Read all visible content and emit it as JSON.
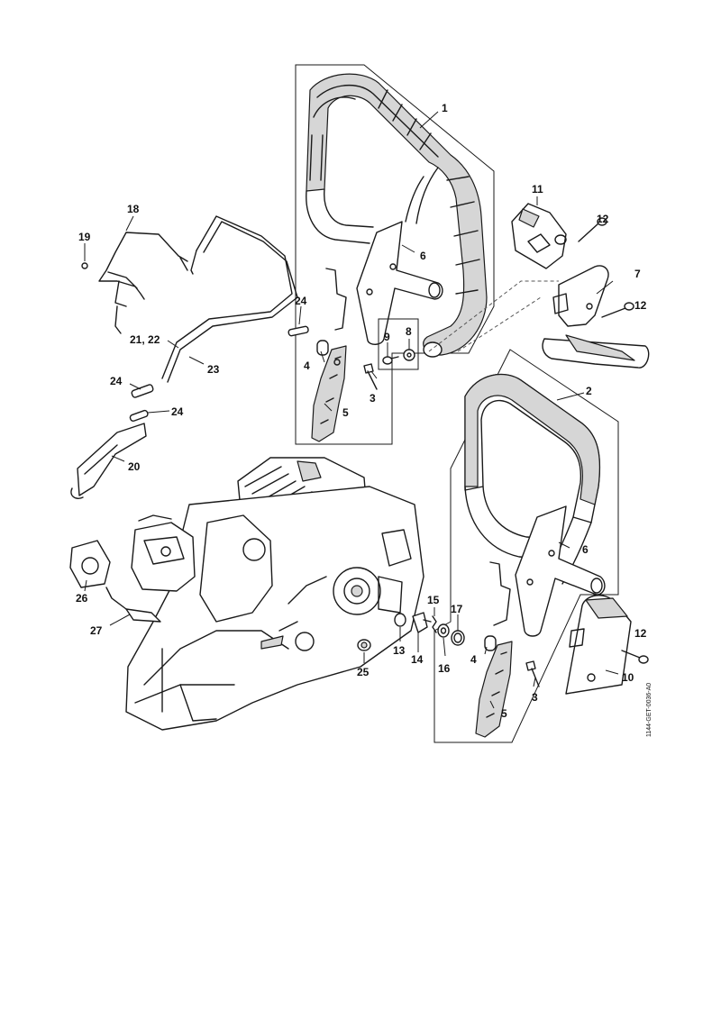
{
  "diagram": {
    "document_id": "1144-GET-0036-A0",
    "callouts": {
      "c1": "1",
      "c2": "2",
      "c3a": "3",
      "c3b": "3",
      "c4a": "4",
      "c4b": "4",
      "c5a": "5",
      "c5b": "5",
      "c6a": "6",
      "c6b": "6",
      "c7": "7",
      "c8": "8",
      "c9": "9",
      "c10": "10",
      "c11": "11",
      "c12a": "12",
      "c12b": "12",
      "c12c": "12",
      "c13": "13",
      "c14": "14",
      "c15": "15",
      "c16": "16",
      "c17": "17",
      "c18": "18",
      "c19": "19",
      "c20": "20",
      "c2122": "21, 22",
      "c23": "23",
      "c24a": "24",
      "c24b": "24",
      "c24c": "24",
      "c25": "25",
      "c26": "26",
      "c27": "27"
    }
  }
}
